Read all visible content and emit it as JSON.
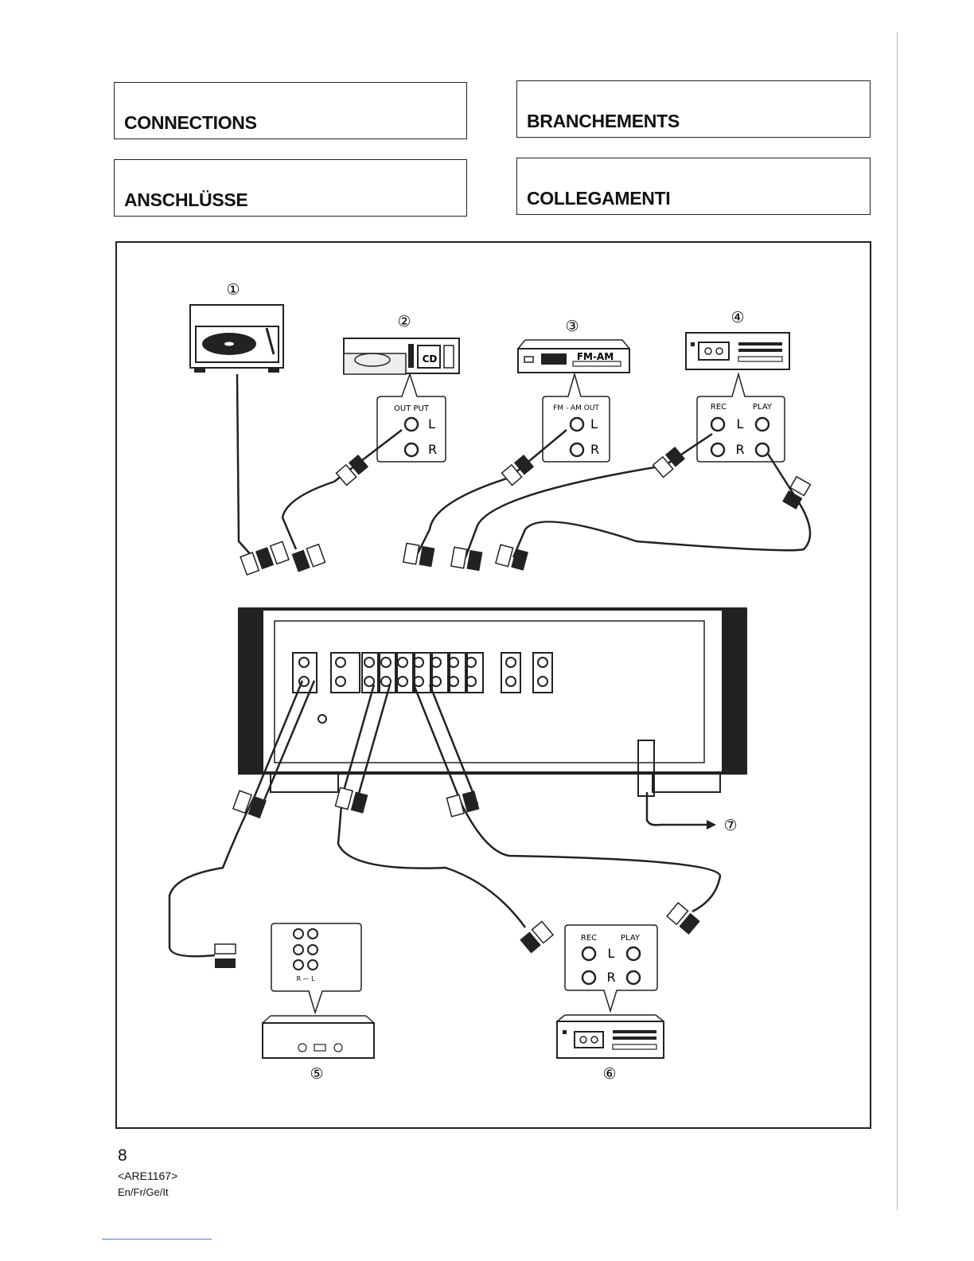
{
  "headers": {
    "en": "CONNECTIONS",
    "fr": "BRANCHEMENTS",
    "de": "ANSCHLÜSSE",
    "it": "COLLEGAMENTI"
  },
  "diagram": {
    "callouts": [
      "①",
      "②",
      "③",
      "④",
      "⑤",
      "⑥",
      "⑦"
    ],
    "cd_label": "CD",
    "tuner_label": "FM-AM",
    "cd_panel": {
      "title": "OUT PUT",
      "l": "L",
      "r": "R"
    },
    "tuner_panel": {
      "title": "FM - AM   OUT",
      "l": "L",
      "r": "R"
    },
    "tape_panel_top": {
      "rec": "REC",
      "play": "PLAY",
      "l": "L",
      "r": "R"
    },
    "tape_panel_bottom": {
      "rec": "REC",
      "play": "PLAY",
      "l": "L",
      "r": "R"
    },
    "amp_panel": {
      "rl": "R — L"
    }
  },
  "footer": {
    "page": "8",
    "code": "<ARE1167>",
    "languages": "En/Fr/Ge/It"
  }
}
